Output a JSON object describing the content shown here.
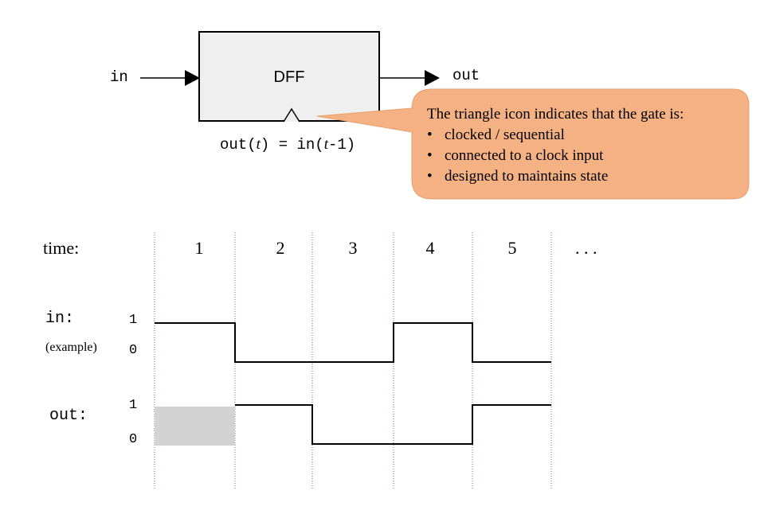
{
  "gate": {
    "name": "DFF",
    "input_label": "in",
    "output_label": "out",
    "equation": {
      "lhs_fn": "out(",
      "lhs_var": "t",
      "middle": ") = in(",
      "rhs_var": "t",
      "rhs_tail": "-1)"
    },
    "clock_icon": "triangle-icon"
  },
  "callout": {
    "heading": "The triangle icon indicates that the gate is:",
    "bullets": [
      "clocked / sequential",
      "connected to a clock input",
      "designed to maintains state"
    ],
    "fill_color": "#f4b183",
    "border_color": "#e8a06a"
  },
  "timing": {
    "time_label": "time:",
    "steps": [
      "1",
      "2",
      "3",
      "4",
      "5"
    ],
    "ellipsis": ". . .",
    "high_label": "1",
    "low_label": "0",
    "signals": [
      {
        "name": "in:",
        "note": "(example)",
        "values": [
          1,
          0,
          0,
          1,
          0
        ]
      },
      {
        "name": "out:",
        "note": "",
        "values": [
          null,
          1,
          0,
          0,
          1
        ]
      }
    ],
    "undefined_fill": "#d3d3d3",
    "grid_color": "#3c9a3c"
  }
}
